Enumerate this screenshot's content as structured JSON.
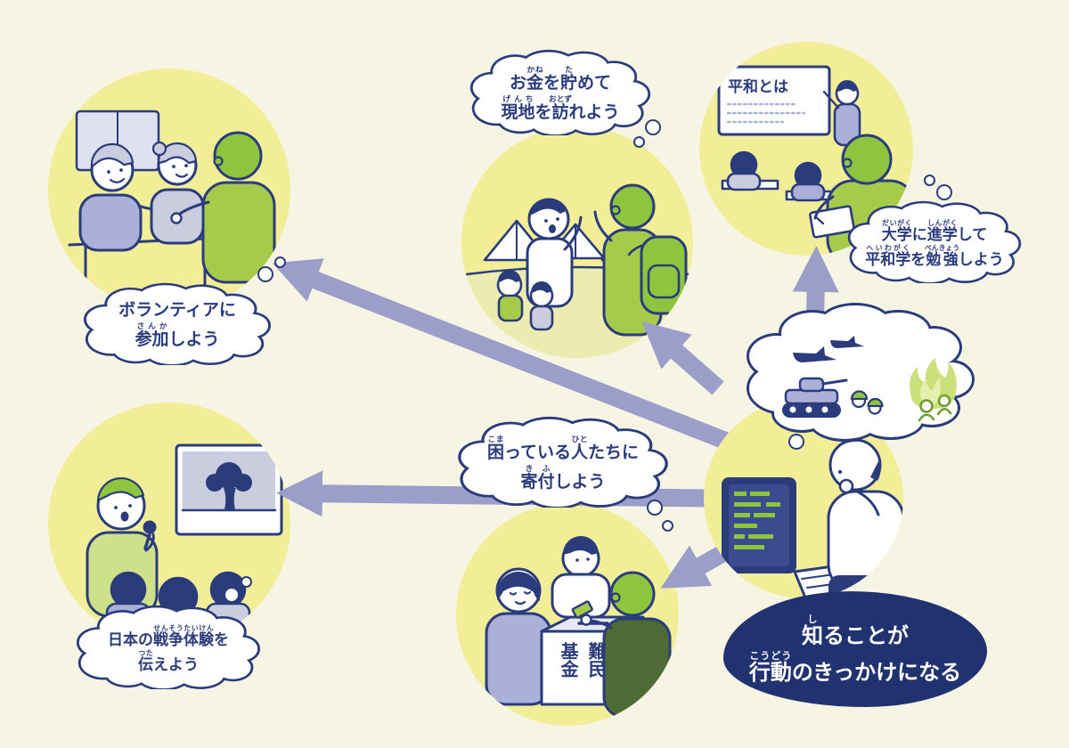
{
  "palette": {
    "background": "#f6f5e4",
    "navy_line": "#2b3c7c",
    "deep_navy_banner": "#203270",
    "circle_yellow": "#f1ee97",
    "green": "#8fc43f",
    "light_green": "#a6cb4a",
    "pale_green": "#cfe08a",
    "lavender": "#aab0d8",
    "gray_lavender": "#c9cdde",
    "arrow": "#9a9ec9",
    "flame_green": "#cbdf7a"
  },
  "center": {
    "caption": {
      "line1": [
        {
          "t": "知",
          "r": "し"
        },
        {
          "t": "ることが"
        }
      ],
      "line2": [
        {
          "t": "行動",
          "r": "こうどう"
        },
        {
          "t": "のきっかけになる"
        }
      ]
    }
  },
  "bubbles": {
    "volunteer": {
      "line1": [
        {
          "t": "ボランティアに"
        }
      ],
      "line2": [
        {
          "t": "参加",
          "r": "さんか"
        },
        {
          "t": "しよう"
        }
      ]
    },
    "visit": {
      "line1": [
        {
          "t": "お"
        },
        {
          "t": "金",
          "r": "かね"
        },
        {
          "t": "を"
        },
        {
          "t": "貯",
          "r": "た"
        },
        {
          "t": "めて"
        }
      ],
      "line2": [
        {
          "t": "現地",
          "r": "げんち"
        },
        {
          "t": "を"
        },
        {
          "t": "訪",
          "r": "おとず"
        },
        {
          "t": "れよう"
        }
      ]
    },
    "study": {
      "line1": [
        {
          "t": "大学",
          "r": "だいがく"
        },
        {
          "t": "に"
        },
        {
          "t": "進学",
          "r": "しんがく"
        },
        {
          "t": "して"
        }
      ],
      "line2": [
        {
          "t": "平和学",
          "r": "へいわがく"
        },
        {
          "t": "を"
        },
        {
          "t": "勉強",
          "r": "べんきょう"
        },
        {
          "t": "しよう"
        }
      ]
    },
    "testimony": {
      "line1": [
        {
          "t": "日本の"
        },
        {
          "t": "戦争体験",
          "r": "せんそうたいけん"
        },
        {
          "t": "を"
        }
      ],
      "line2": [
        {
          "t": "伝",
          "r": "つた"
        },
        {
          "t": "えよう"
        }
      ]
    },
    "donate": {
      "line1": [
        {
          "t": "困",
          "r": "こま"
        },
        {
          "t": "っている"
        },
        {
          "t": "人",
          "r": "ひと"
        },
        {
          "t": "たちに"
        }
      ],
      "line2": [
        {
          "t": "寄付",
          "r": "きふ"
        },
        {
          "t": "しよう"
        }
      ]
    }
  },
  "labels": {
    "board_title": "平和とは",
    "donation_box_col1": "難民",
    "donation_box_col2": "基金"
  }
}
